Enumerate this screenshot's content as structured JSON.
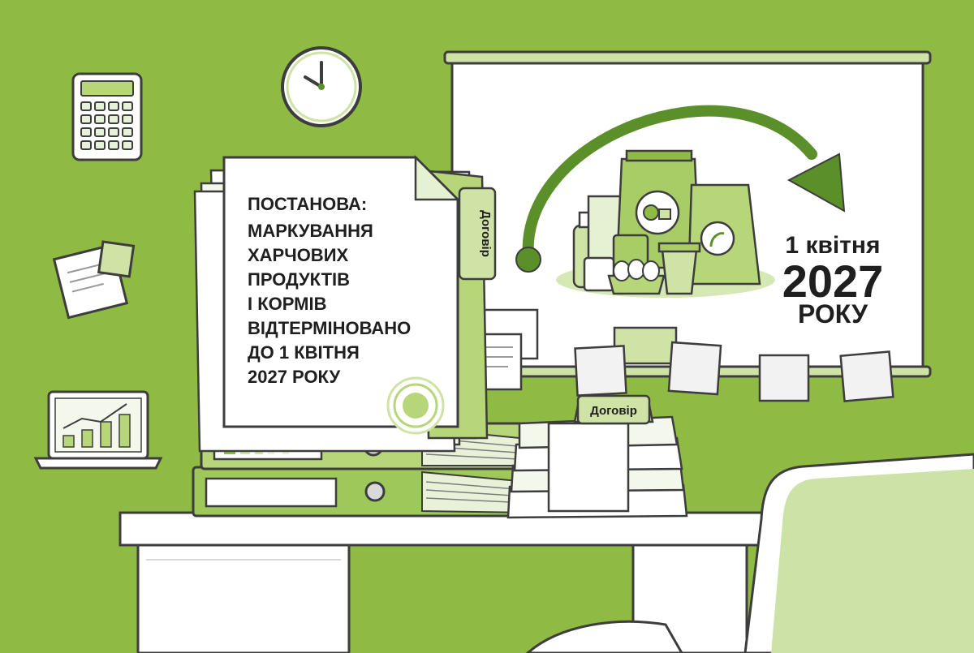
{
  "document": {
    "title": "ПОСТАНОВА:",
    "lines": [
      "МАРКУВАННЯ",
      "ХАРЧОВИХ",
      "ПРОДУКТІВ",
      "І КОРМІВ",
      "ВІДТЕРМІНОВАНО",
      "ДО 1 КВІТНЯ",
      "2027 РОКУ"
    ]
  },
  "folder_tab": "Договір",
  "papers_tab": "Договір",
  "board": {
    "date_line1": "1 квітня",
    "date_line2": "2027",
    "date_line3": "РОКУ"
  },
  "icons": {
    "clock": "clock-icon",
    "calculator": "calculator-icon",
    "laptop": "laptop-chart-icon",
    "notes": "sticky-notes-icon",
    "arrow": "curved-arrow-icon",
    "food": "food-packages-icon",
    "seal": "stamp-seal-icon"
  },
  "colors": {
    "background": "#8fba43",
    "accent_dark": "#5b8f2a",
    "accent_light": "#cfe3a6",
    "paper": "#ffffff",
    "outline": "#3d3d3d"
  }
}
